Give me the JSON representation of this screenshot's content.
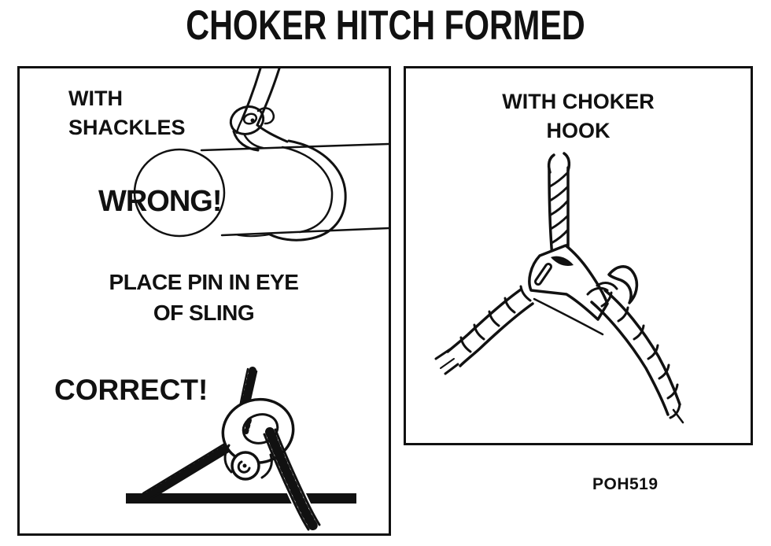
{
  "title": "CHOKER HITCH FORMED",
  "figure_code": "POH519",
  "colors": {
    "ink": "#111111",
    "paper": "#ffffff"
  },
  "left_panel": {
    "heading_lines": [
      "WITH",
      "SHACKLES"
    ],
    "wrong_label": "WRONG!",
    "instruction_lines": [
      "PLACE PIN IN EYE",
      "OF SLING"
    ],
    "correct_label": "CORRECT!",
    "illustrations": [
      "shackle-hitch-wrong-illustration",
      "shackle-hitch-correct-illustration"
    ]
  },
  "right_panel": {
    "heading_lines": [
      "WITH CHOKER",
      "HOOK"
    ],
    "illustrations": [
      "choker-hook-hitch-illustration"
    ]
  }
}
